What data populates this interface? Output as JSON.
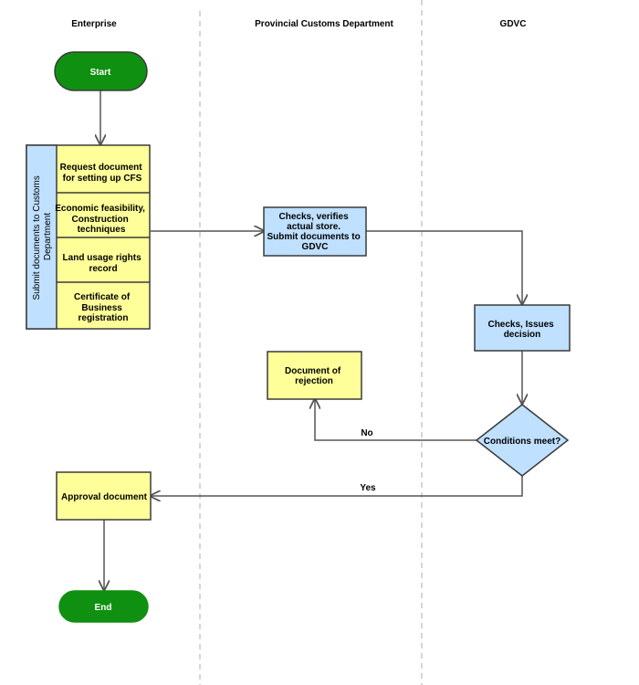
{
  "lanes": {
    "enterprise": "Enterprise",
    "customs": "Provincial Customs Department",
    "gdvc": "GDVC"
  },
  "colors": {
    "terminator": "#109010",
    "yellow_box": "#ffff99",
    "blue_box": "#bfe0ff",
    "border": "#3a3a3a",
    "edge": "#555555",
    "divider": "#c8c8c8"
  },
  "nodes": {
    "start": "Start",
    "end": "End",
    "submit_group": [
      "Submit documents to Customs",
      "Department"
    ],
    "doc1": [
      "Request document",
      "for setting up CFS"
    ],
    "doc2": [
      "Economic feasibility,",
      "Construction",
      "techniques"
    ],
    "doc3": [
      "Land usage rights",
      "record"
    ],
    "doc4": [
      "Certificate of",
      "Business",
      "registration"
    ],
    "customs_check": [
      "Checks, verifies",
      "actual store.",
      "Submit documents to",
      "GDVC"
    ],
    "gdvc_check": [
      "Checks, Issues",
      "decision"
    ],
    "rejection": [
      "Document of",
      "rejection"
    ],
    "condition": "Conditions meet?",
    "approval": "Approval document"
  },
  "edges": {
    "no_label": "No",
    "yes_label": "Yes"
  }
}
